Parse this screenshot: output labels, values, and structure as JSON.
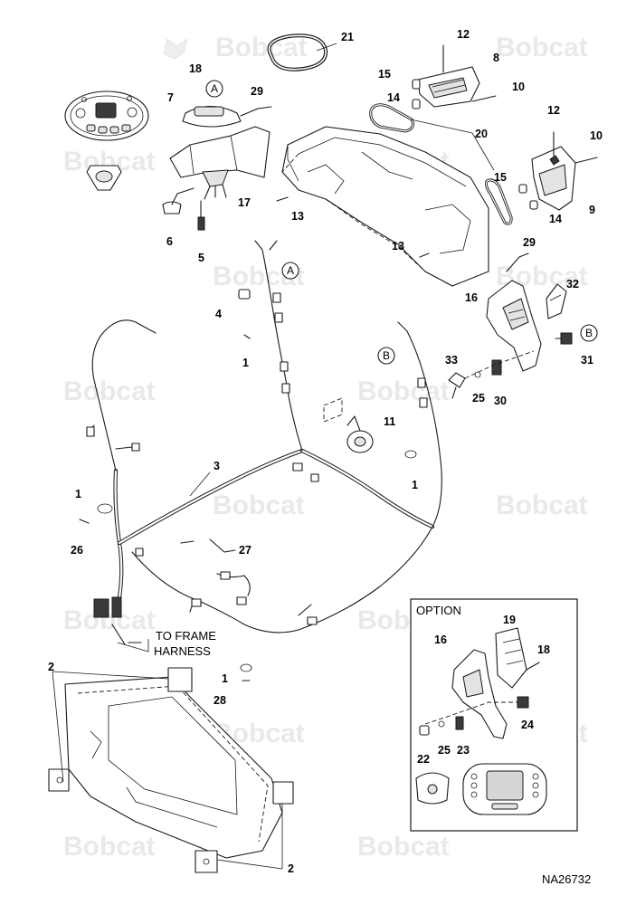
{
  "watermark": {
    "text": "Bobcat"
  },
  "drawing_number": "NA26732",
  "labels": {
    "to_frame_line1": "TO FRAME",
    "to_frame_line2": "HARNESS",
    "option_title": "OPTION"
  },
  "reference_markers": [
    "A",
    "A",
    "B",
    "B"
  ],
  "callouts": [
    "1",
    "1",
    "1",
    "1",
    "1",
    "2",
    "2",
    "3",
    "4",
    "5",
    "6",
    "7",
    "8",
    "9",
    "10",
    "10",
    "11",
    "12",
    "12",
    "13",
    "13",
    "14",
    "14",
    "15",
    "15",
    "16",
    "16",
    "17",
    "18",
    "18",
    "19",
    "20",
    "21",
    "22",
    "23",
    "24",
    "25",
    "25",
    "26",
    "27",
    "28",
    "29",
    "29",
    "30",
    "31",
    "32",
    "33"
  ],
  "colors": {
    "line": "#1a1a1a",
    "watermark": "#e9e9e9",
    "background": "#ffffff"
  }
}
